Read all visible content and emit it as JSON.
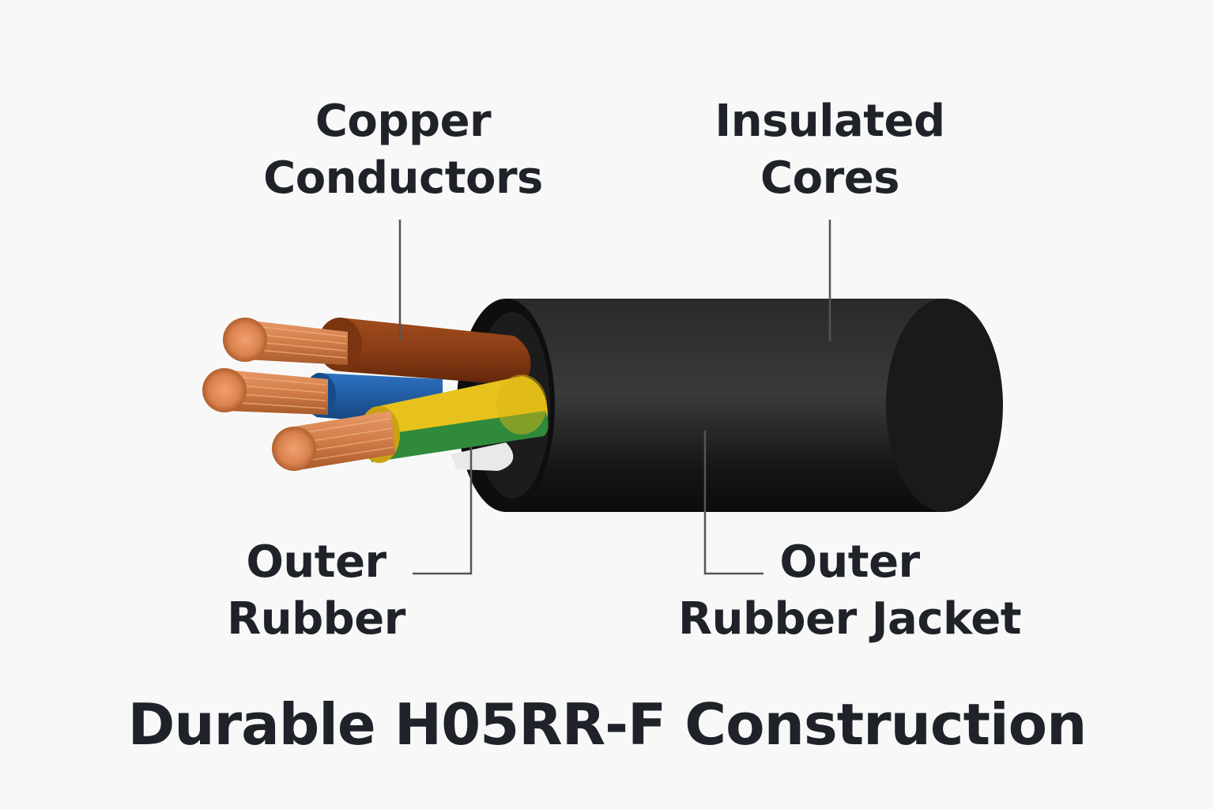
{
  "labels": {
    "copper_conductors": {
      "line1": "Copper",
      "line2": "Conductors"
    },
    "insulated_cores": {
      "line1": "Insulated",
      "line2": "Cores"
    },
    "outer_rubber": {
      "line1": "Outer",
      "line2": "Rubber"
    },
    "outer_rubber_jacket": {
      "line1": "Outer",
      "line2": "Rubber Jacket"
    }
  },
  "title": "Durable H05RR-F Construction",
  "colors": {
    "background": "#f8f8f8",
    "text": "#1f2329",
    "jacket": "#141414",
    "copper": "#d9824e",
    "brown_core": "#8a3c14",
    "blue_core": "#1f5fa8",
    "yellow_core": "#e8c21c",
    "green_core": "#2f8a3c",
    "leader_line": "#555555"
  }
}
